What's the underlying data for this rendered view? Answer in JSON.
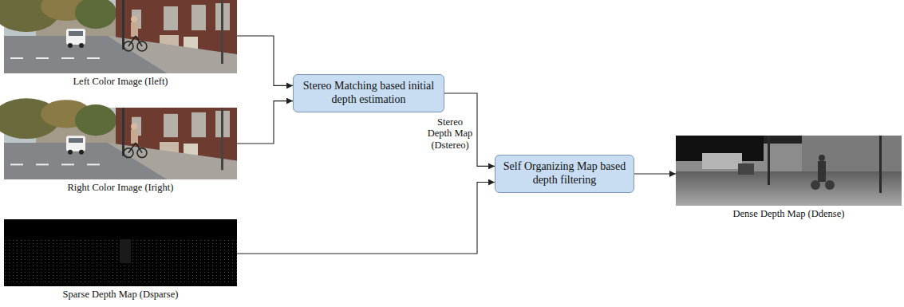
{
  "diagram": {
    "nodes": [
      {
        "text": [
          "Left Color Image (Ileft)"
        ]
      },
      {
        "text": [
          "Right Color Image (Iright)"
        ]
      },
      {
        "text": [
          "Sparse Depth Map (Dsparse)"
        ]
      },
      {
        "text": [
          "Stereo Matching based initial depth estimation"
        ]
      },
      {
        "text": [
          "Self Organizing Map based depth filtering"
        ]
      },
      {
        "text": [
          "Dense Depth Map (Ddense)"
        ]
      }
    ],
    "edges": [
      {
        "from": 0,
        "to": 3,
        "arrow": "to"
      },
      {
        "from": 1,
        "to": 3,
        "arrow": "to"
      },
      {
        "from": 3,
        "to": 4,
        "arrow": "to",
        "label": "Stereo Depth Map (Dstereo)"
      },
      {
        "from": 2,
        "to": 4,
        "arrow": "to"
      },
      {
        "from": 4,
        "to": 5,
        "arrow": "to"
      }
    ]
  }
}
